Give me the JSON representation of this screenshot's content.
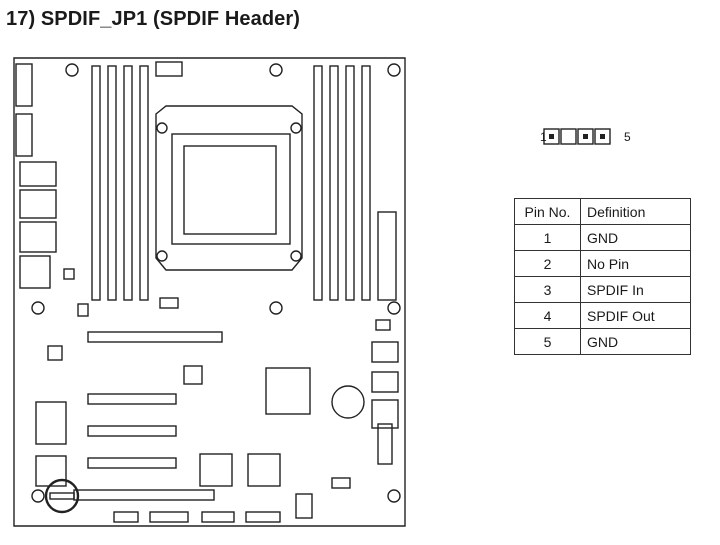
{
  "heading": "17) SPDIF_JP1 (SPDIF Header)",
  "pin_diagram": {
    "first_pin": "1",
    "last_pin": "5"
  },
  "table": {
    "headers": [
      "Pin No.",
      "Definition"
    ],
    "rows": [
      [
        "1",
        "GND"
      ],
      [
        "2",
        "No Pin"
      ],
      [
        "3",
        "SPDIF In"
      ],
      [
        "4",
        "SPDIF Out"
      ],
      [
        "5",
        "GND"
      ]
    ]
  }
}
